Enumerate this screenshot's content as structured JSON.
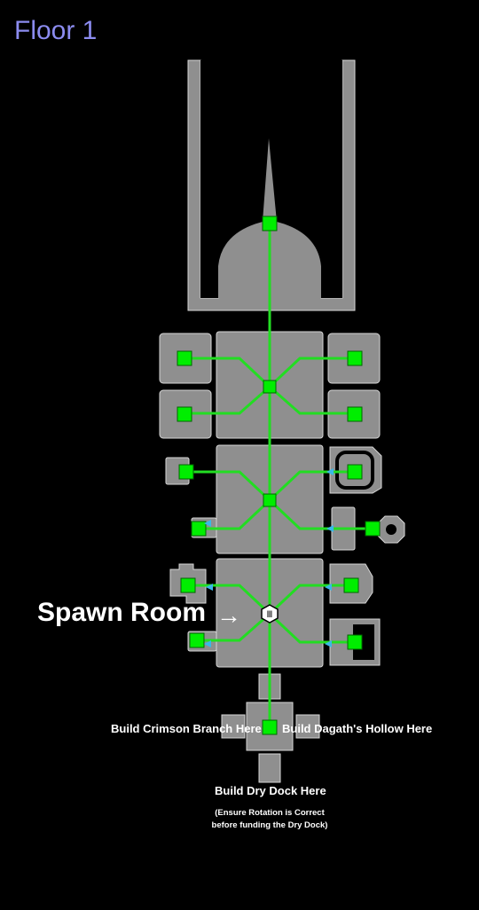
{
  "floor_title": "Floor 1",
  "labels": {
    "spawn_room": "Spawn Room",
    "spawn_arrow": "→",
    "crimson": "Build Crimson Branch Here",
    "dagath": "Build Dagath's Hollow Here",
    "dry_dock": "Build Dry Dock Here",
    "note_line1": "(Ensure Rotation is Correct",
    "note_line2": "before funding the Dry Dock)"
  },
  "spawn_marker": "Ⅲ",
  "colors": {
    "background": "#000000",
    "room": "#8f8f8f",
    "room_outline": "#d0d0d0",
    "path": "#22dd22",
    "node": "#00ee00",
    "door": "#39b8e6",
    "title": "#8c8cf0"
  }
}
